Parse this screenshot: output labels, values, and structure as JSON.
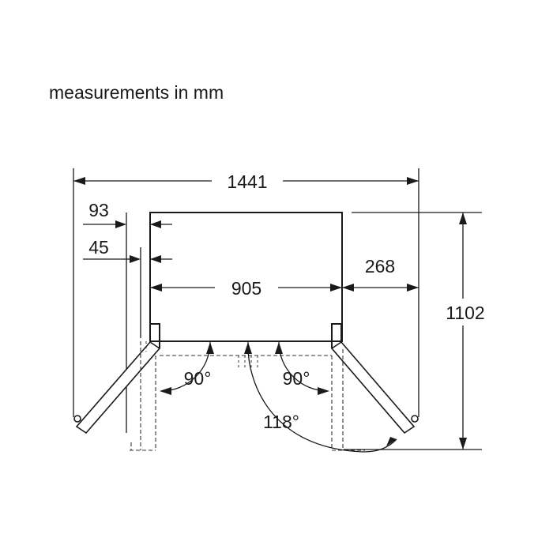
{
  "heading": "measurements in mm",
  "dimensions": {
    "total_width_open": "1441",
    "body_width": "905",
    "side_offset_right": "268",
    "depth_doors_open": "1102",
    "left_offset_outer": "93",
    "left_offset_inner": "45"
  },
  "angles": {
    "left_door": "90°",
    "right_door": "90°",
    "right_door_max": "118°"
  }
}
